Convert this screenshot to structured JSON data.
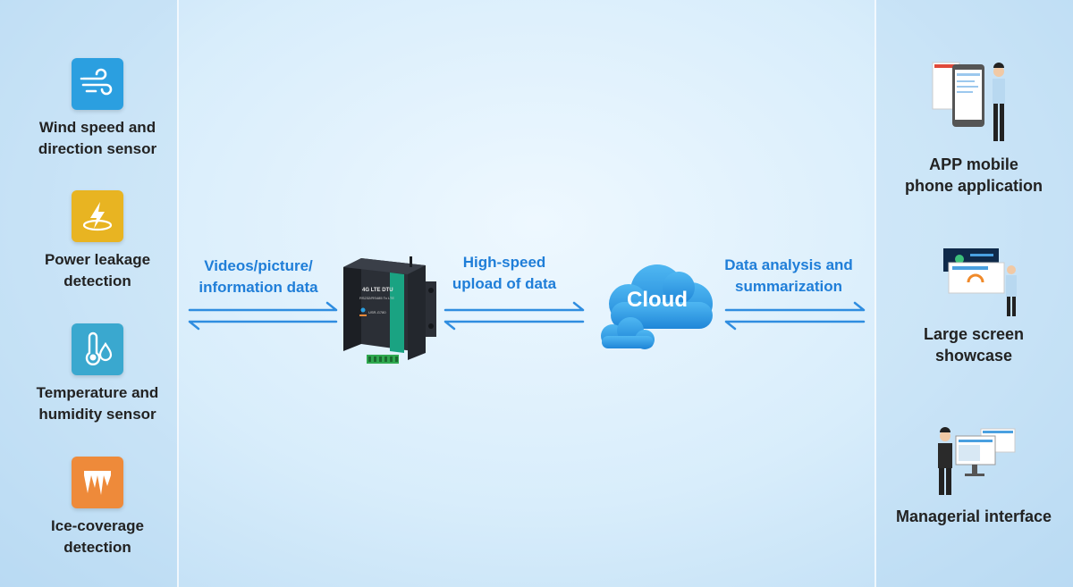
{
  "sensors": [
    {
      "line1": "Wind speed and",
      "line2": "direction sensor",
      "icon": "wind-icon",
      "color": "#2b9fe0"
    },
    {
      "line1": "Power leakage",
      "line2": "detection",
      "icon": "lightning-icon",
      "color": "#e8b422"
    },
    {
      "line1": "Temperature and",
      "line2": "humidity sensor",
      "icon": "thermometer-icon",
      "color": "#3aa8cf"
    },
    {
      "line1": "Ice-coverage",
      "line2": "detection",
      "icon": "icicle-icon",
      "color": "#ee8a3a"
    }
  ],
  "flows": [
    {
      "line1": "Videos/picture/",
      "line2": "information data"
    },
    {
      "line1": "High-speed",
      "line2": "upload of data"
    },
    {
      "line1": "Data analysis and",
      "line2": "summarization"
    }
  ],
  "device": {
    "title": "4G LTE DTU",
    "subtitle": "RS232/RS485 To LTE",
    "model": "USR-G780"
  },
  "cloud": {
    "label": "Cloud"
  },
  "apps": [
    {
      "line1": "APP mobile",
      "line2": "phone application",
      "icon": "mobile-app-icon"
    },
    {
      "line1": "Large screen",
      "line2": "showcase",
      "icon": "large-screen-icon"
    },
    {
      "line1": "Managerial interface",
      "line2": "",
      "icon": "managerial-interface-icon"
    }
  ],
  "colors": {
    "accent": "#1f7ed8",
    "arrow": "#2f8de0"
  }
}
